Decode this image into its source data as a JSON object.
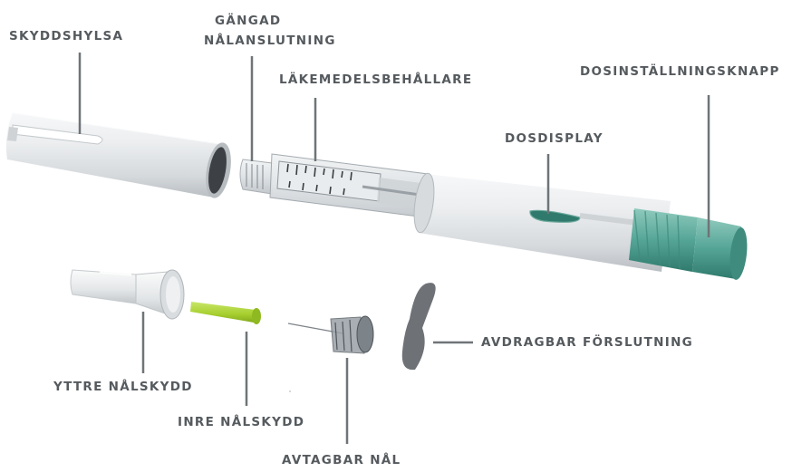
{
  "labels": {
    "protective_cap": "SKYDDSHYLSA",
    "threaded_connection_1": "GÄNGAD",
    "threaded_connection_2": "NÅLANSLUTNING",
    "cartridge": "LÄKEMEDELSBEHÅLLARE",
    "dose_button": "DOSINSTÄLLNINGSKNAPP",
    "dose_display": "DOSDISPLAY",
    "peel_tab": "AVDRAGBAR FÖRSLUTNING",
    "outer_needle_cap": "YTTRE NÅLSKYDD",
    "inner_needle_cap": "INRE NÅLSKYDD",
    "needle": "AVTAGBAR NÅL"
  },
  "colors": {
    "label_text": "#555a5e",
    "leader_line": "#6f7478",
    "pen_body": "#e6e9ec",
    "accent_teal": "#55a597",
    "inner_cap_green": "#a6cf2e",
    "peel_tab": "#6e7276"
  }
}
